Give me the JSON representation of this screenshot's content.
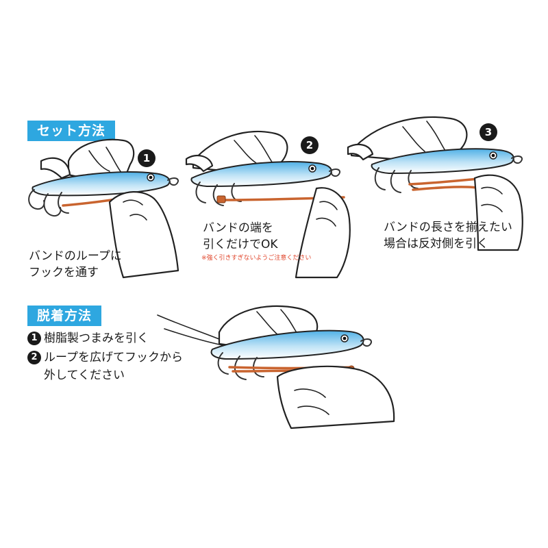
{
  "set_section": {
    "title": "セット方法",
    "steps": [
      {
        "num": "1",
        "caption_line1": "バンドのループに",
        "caption_line2": "フックを通す"
      },
      {
        "num": "2",
        "caption_line1": "バンドの端を",
        "caption_line2": "引くだけでOK",
        "warning": "※強く引きすぎないようご注意ください"
      },
      {
        "num": "3",
        "caption_line1": "バンドの長さを揃えたい",
        "caption_line2": "場合は反対側を引く"
      }
    ]
  },
  "remove_section": {
    "title": "脱着方法",
    "steps": [
      {
        "num": "1",
        "text": "樹脂製つまみを引く"
      },
      {
        "num": "2",
        "text_line1": "ループを広げてフックから",
        "text_line2": "外してください"
      }
    ]
  },
  "colors": {
    "label_bg": "#2ea7e0",
    "lure_blue": "#7cc4ec",
    "band": "#c9642f",
    "warning": "#e0452b"
  }
}
